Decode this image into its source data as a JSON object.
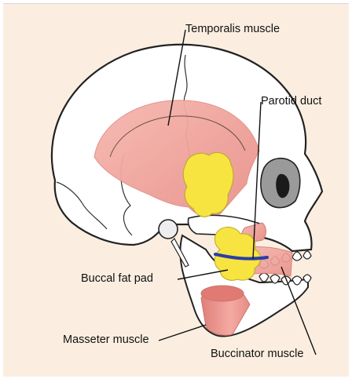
{
  "title": "",
  "labels": {
    "temporalis": "Temporalis muscle",
    "parotid_duct": "Parotid duct",
    "buccal_fat_pad": "Buccal fat pad",
    "masseter": "Masseter muscle",
    "buccinator": "Buccinator muscle"
  },
  "colors": {
    "background": "#fbeee0",
    "bone": "#ffffff",
    "muscle": "#f2a9a1",
    "fat": "#f7e440",
    "duct": "#2a3ea8",
    "outline": "#222222"
  }
}
